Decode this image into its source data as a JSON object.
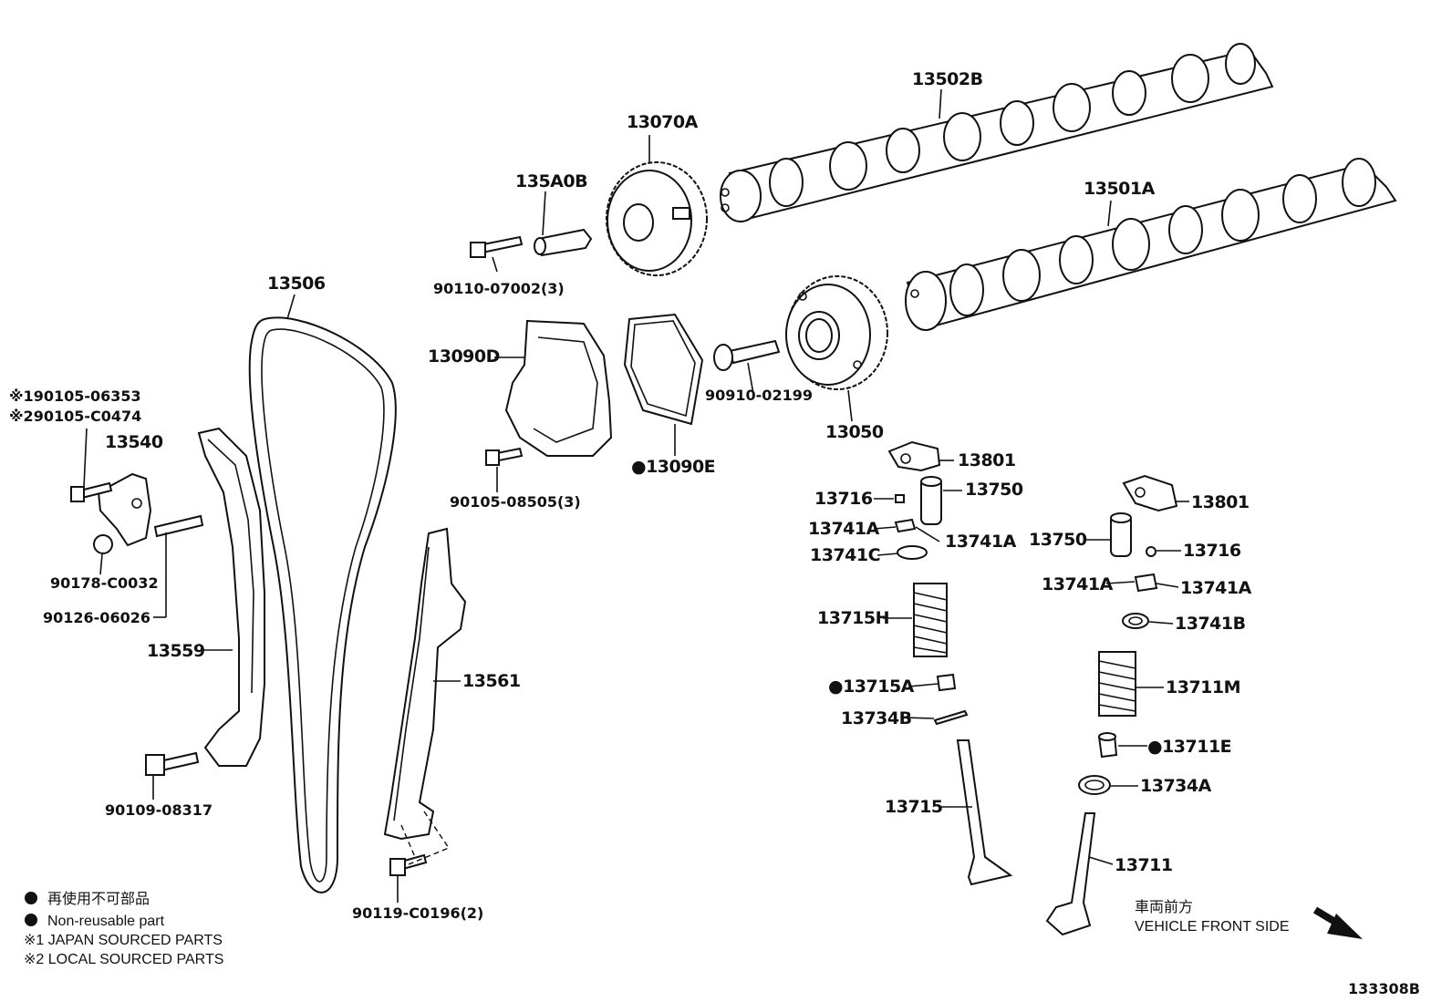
{
  "labels": {
    "p13502B": "13502B",
    "p13070A": "13070A",
    "p135A0B": "135A0B",
    "p13501A": "13501A",
    "p90110": "90110-07002(3)",
    "p13506": "13506",
    "p13090D": "13090D",
    "p90910": "90910-02199",
    "p13050": "13050",
    "p90105_1": "※190105-06353",
    "p90105_2": "※290105-C0474",
    "p13540": "13540",
    "p90105_08505": "90105-08505(3)",
    "p13090E": "●13090E",
    "p13801a": "13801",
    "p13716a": "13716",
    "p13750a": "13750",
    "p13741A_1": "13741A",
    "p13741A_2": "13741A",
    "p13741C": "13741C",
    "p90178": "90178-C0032",
    "p90126": "90126-06026",
    "p13559": "13559",
    "p13561": "13561",
    "p13715H": "13715H",
    "p13715A": "●13715A",
    "p13734B": "13734B",
    "p13715": "13715",
    "p13801b": "13801",
    "p13750b": "13750",
    "p13716b": "13716",
    "p13741A_3": "13741A",
    "p13741A_4": "13741A",
    "p13741B": "13741B",
    "p13711M": "13711M",
    "p13711E": "●13711E",
    "p13734A": "13734A",
    "p13711": "13711",
    "p90109": "90109-08317",
    "p90119": "90119-C0196(2)"
  },
  "legend": {
    "nonreusable_jp": "再使用不可部品",
    "nonreusable_en": "Non-reusable part",
    "japan": "※1 JAPAN SOURCED PARTS",
    "local": "※2 LOCAL SOURCED PARTS"
  },
  "direction": {
    "jp": "車両前方",
    "en": "VEHICLE FRONT SIDE"
  },
  "diagram_id": "133308B"
}
